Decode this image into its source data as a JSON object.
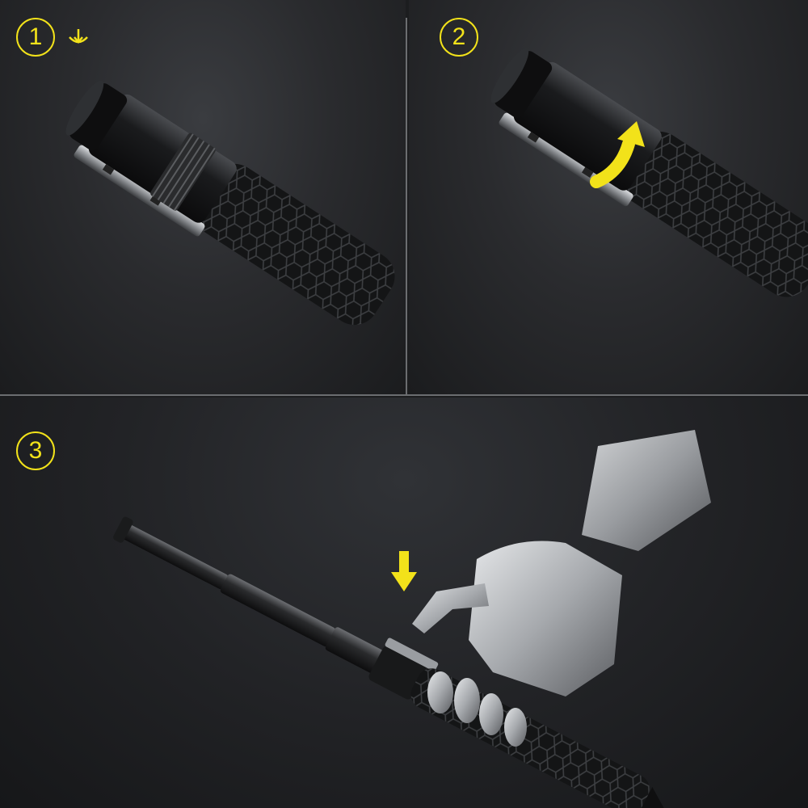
{
  "steps": [
    {
      "number": "1"
    },
    {
      "number": "2"
    },
    {
      "number": "3"
    }
  ],
  "colors": {
    "accent": "#f2e21a",
    "background": "#2a2b2e",
    "divider": "#6b6d70"
  },
  "icons": [
    "press-down-icon",
    "rotate-arrow-icon",
    "press-down-arrow-icon"
  ]
}
